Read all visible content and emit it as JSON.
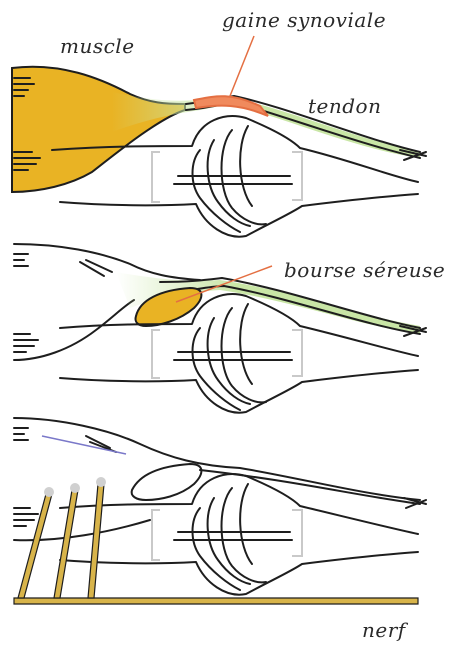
{
  "labels": {
    "muscle": "muscle",
    "gaine": "gaine synoviale",
    "tendon": "tendon",
    "bourse": "bourse séreuse",
    "nerf": "nerf"
  },
  "colors": {
    "muscle": "#e9b324",
    "tendon": "#c9e6a6",
    "sheath": "#f08a5d",
    "bursa": "#e9b324",
    "nerve": "#d8b44a",
    "outline": "#1e1e1e"
  }
}
